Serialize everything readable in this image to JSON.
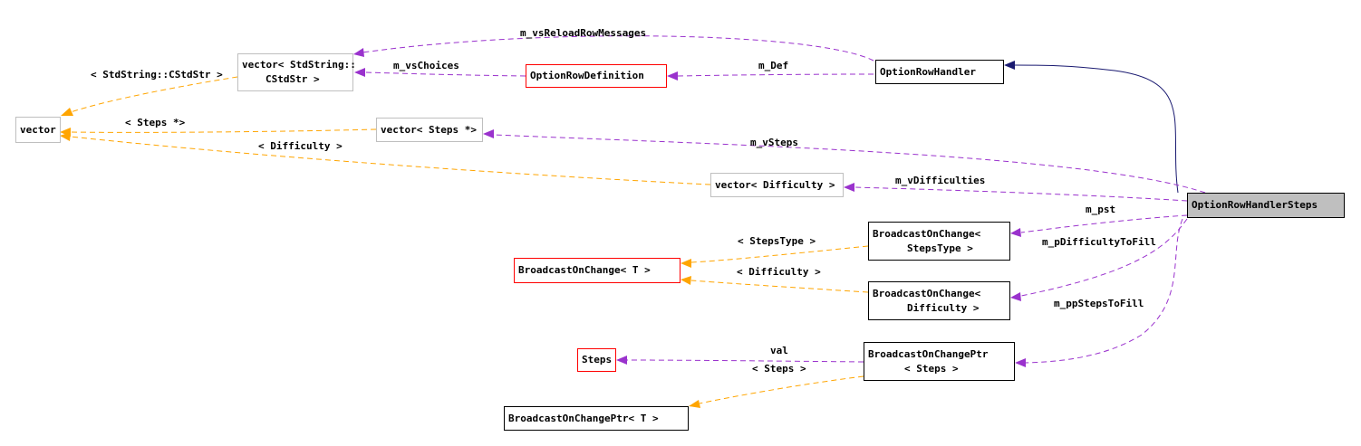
{
  "nodes": {
    "option_row_handler_steps": "OptionRowHandlerSteps",
    "option_row_handler": "OptionRowHandler",
    "option_row_definition": "OptionRowDefinition",
    "vector_cstdstr_line1": "vector< StdString::",
    "vector_cstdstr_line2": "CStdStr >",
    "vector": "vector",
    "vector_steps": "vector< Steps *>",
    "vector_difficulty": "vector< Difficulty >",
    "boc_stepstype_line1": "BroadcastOnChange<",
    "boc_stepstype_line2": "StepsType >",
    "boc_difficulty_line1": "BroadcastOnChange<",
    "boc_difficulty_line2": "Difficulty >",
    "boc_t": "BroadcastOnChange< T >",
    "bocptr_steps_line1": "BroadcastOnChangePtr",
    "bocptr_steps_line2": "< Steps >",
    "steps": "Steps",
    "bocptr_t": "BroadcastOnChangePtr< T >"
  },
  "edge_labels": {
    "m_vs_reload_row_messages": "m_vsReloadRowMessages",
    "m_vs_choices": "m_vsChoices",
    "m_def": "m_Def",
    "stdstring_cstdstr": "< StdString::CStdStr >",
    "steps_ptr": "< Steps *>",
    "difficulty_tpl": "< Difficulty >",
    "m_v_steps": "m_vSteps",
    "m_v_difficulties": "m_vDifficulties",
    "m_pst": "m_pst",
    "m_p_difficulty_to_fill": "m_pDifficultyToFill",
    "m_pp_steps_to_fill": "m_ppStepsToFill",
    "stepstype_tpl": "< StepsType >",
    "difficulty_tpl2": "< Difficulty >",
    "val": "val",
    "steps_tpl": "< Steps >"
  },
  "colors": {
    "usage_edge": "#9a32cd",
    "template_edge": "#ffa500",
    "inheritance_edge": "#191970",
    "documented_border": "#000000",
    "undocumented_border": "#ff0000",
    "template_instance_border": "#bfbfbf",
    "current_node_fill": "#bfbfbf"
  }
}
